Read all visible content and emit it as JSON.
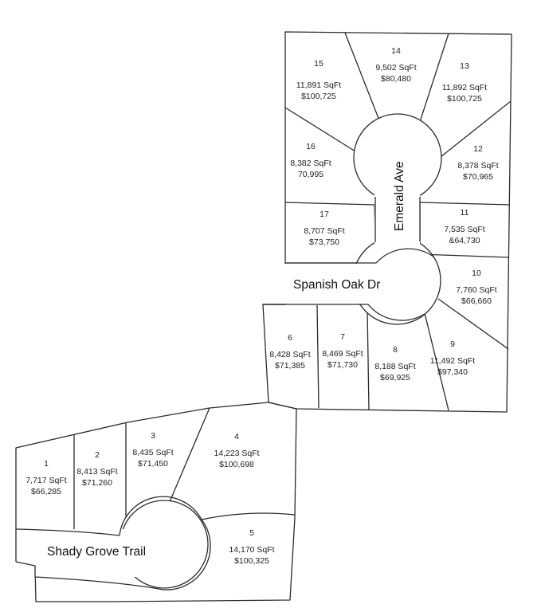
{
  "lots": [
    {
      "number": "1",
      "sqft": "7,717 SqFt",
      "price": "$66,285"
    },
    {
      "number": "2",
      "sqft": "8,413 SqFt",
      "price": "$71,260"
    },
    {
      "number": "3",
      "sqft": "8,435 SqFt",
      "price": "$71,450"
    },
    {
      "number": "4",
      "sqft": "14,223 SqFt",
      "price": "$100,698"
    },
    {
      "number": "5",
      "sqft": "14,170 SqFt",
      "price": "$100,325"
    },
    {
      "number": "6",
      "sqft": "8,428 SqFt",
      "price": "$71,385"
    },
    {
      "number": "7",
      "sqft": "8,469 SqFt",
      "price": "$71,730"
    },
    {
      "number": "8",
      "sqft": "8,188 SqFt",
      "price": "$69,925"
    },
    {
      "number": "9",
      "sqft": "11,492 SqFt",
      "price": "$97,340"
    },
    {
      "number": "10",
      "sqft": "7,760 SqFt",
      "price": "$66,660"
    },
    {
      "number": "11",
      "sqft": "7,535 SqFt",
      "price": "&64,730"
    },
    {
      "number": "12",
      "sqft": "8,378 SqFt",
      "price": "$70,965"
    },
    {
      "number": "13",
      "sqft": "11,892 SqFt",
      "price": "$100,725"
    },
    {
      "number": "14",
      "sqft": "9,502 SqFt",
      "price": "$80,480"
    },
    {
      "number": "15",
      "sqft": "11,891 SqFt",
      "price": "$100,725"
    },
    {
      "number": "16",
      "sqft": "8,382 SqFt",
      "price": "70,995"
    },
    {
      "number": "17",
      "sqft": "8,707 SqFt",
      "price": "$73,750"
    }
  ],
  "streets": {
    "emerald": "Emerald Ave",
    "spanish_oak": "Spanish Oak Dr",
    "shady_grove": "Shady Grove Trail"
  }
}
